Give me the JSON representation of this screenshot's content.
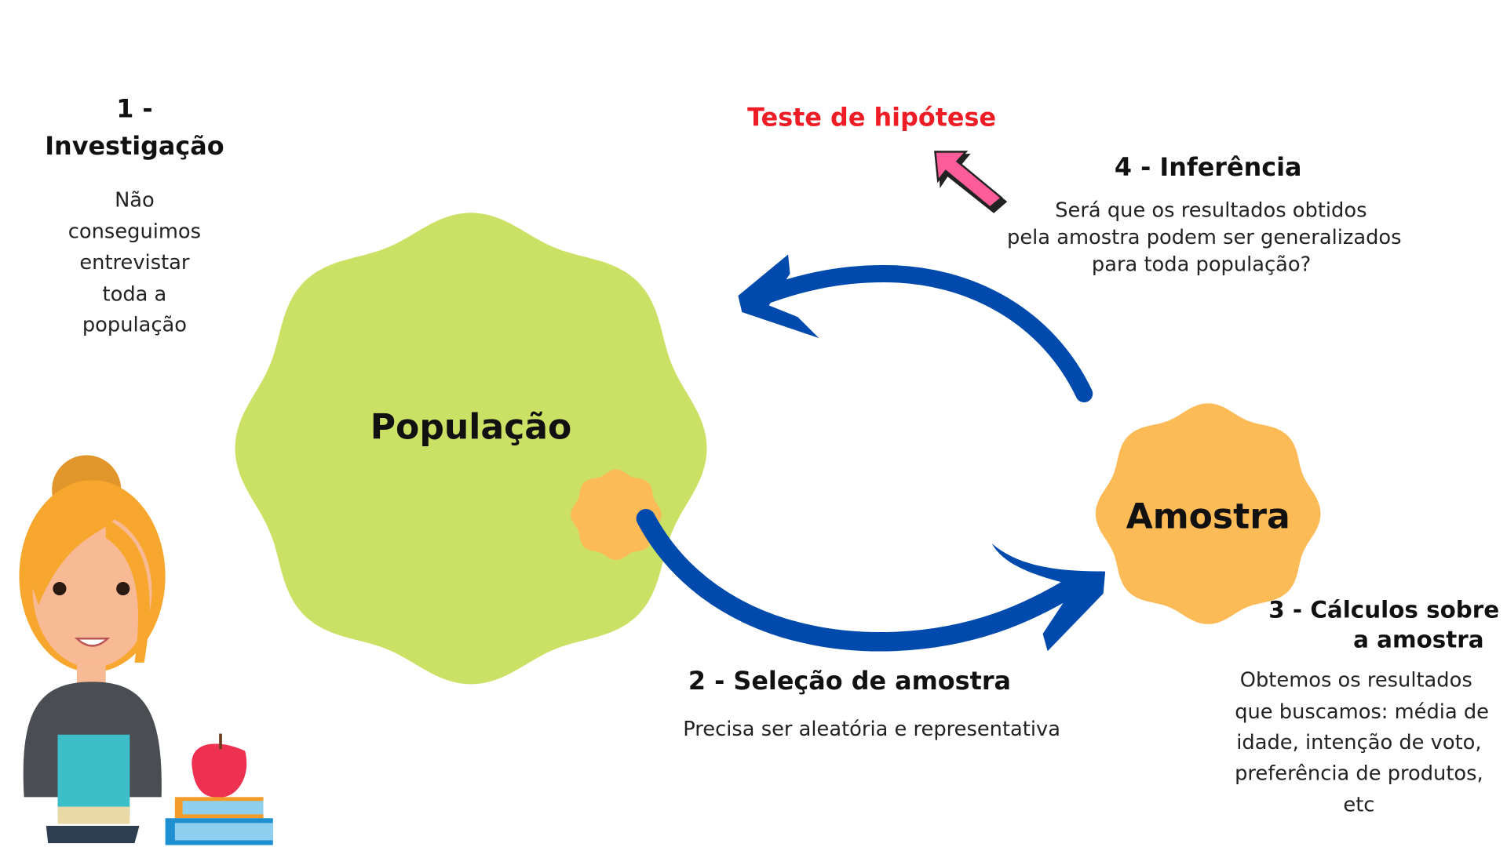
{
  "colors": {
    "population": "#cbe166",
    "sample": "#fdbb58",
    "arrow": "#004aad",
    "hypothesis": "#ee1c24",
    "pink_arrow": "#ff5c9a"
  },
  "step1": {
    "title_line1": "1 -",
    "title_line2": "Investigação",
    "body": [
      "Não",
      "conseguimos",
      "entrevistar",
      "toda a",
      "população"
    ]
  },
  "population_label": "População",
  "sample_label": "Amostra",
  "hypothesis_label": "Teste de hipótese",
  "step4": {
    "title": "4 - Inferência",
    "body": [
      "Será que os resultados obtidos",
      "pela amostra podem ser generalizados",
      "para toda população?"
    ]
  },
  "step2": {
    "title": "2  - Seleção de amostra",
    "body": "Precisa ser aleatória e representativa"
  },
  "step3": {
    "title_line1": "3 - Cálculos sobre",
    "title_line2": "a amostra",
    "body": [
      "Obtemos os resultados",
      "que buscamos: média de",
      "idade, intenção de voto,",
      "preferência de produtos,",
      "etc"
    ]
  }
}
